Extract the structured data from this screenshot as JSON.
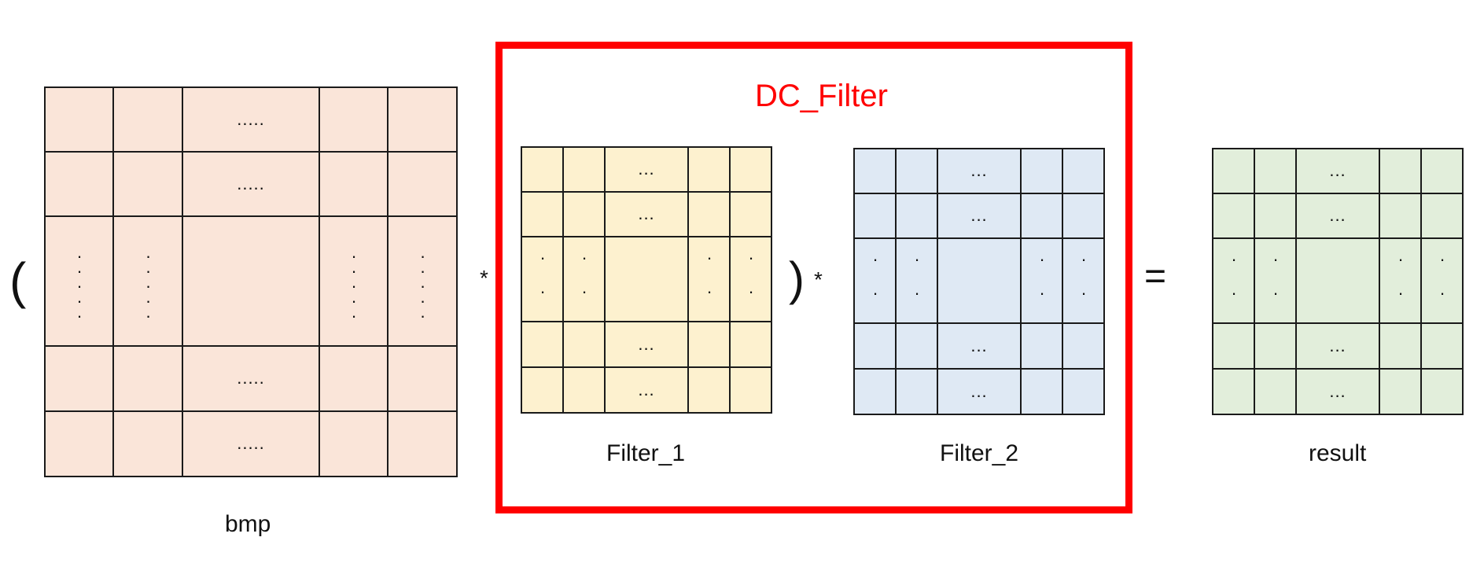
{
  "title": "DC_Filter",
  "operators": {
    "open_paren": "(",
    "close_paren": ")",
    "mul1": "*",
    "mul2": "*",
    "equals": "="
  },
  "matrices": {
    "bmp": {
      "label": "bmp",
      "hdots": ".....",
      "vdots": "....."
    },
    "filter_1": {
      "label": "Filter_1",
      "hdots": "...",
      "vdots": ".."
    },
    "filter_2": {
      "label": "Filter_2",
      "hdots": "...",
      "vdots": ".."
    },
    "result": {
      "label": "result",
      "hdots": "...",
      "vdots": ".."
    }
  },
  "colors": {
    "bmp_fill": "#fae5d9",
    "filter_1_fill": "#fdf1cf",
    "filter_2_fill": "#dfe9f4",
    "result_fill": "#e2eedb",
    "dc_border": "#ff0000",
    "grid_line": "#1a1a1a"
  }
}
